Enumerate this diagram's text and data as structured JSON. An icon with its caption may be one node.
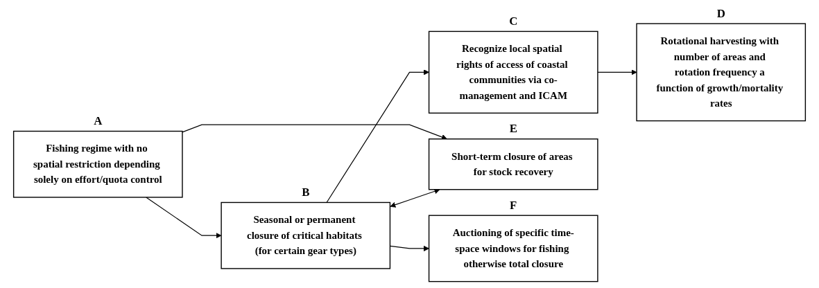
{
  "diagram": {
    "nodes": [
      {
        "text": [
          "Fishing regime with no spatial restriction depending solely on effort/quota control"
        ],
        "beside": [
          "A"
        ]
      },
      {
        "text": [
          "Seasonal or permanent closure of critical habitats (for certain gear types)"
        ],
        "beside": [
          "B"
        ]
      },
      {
        "text": [
          "Recognize local spatial rights of access of coastal communities via co-management and ICAM"
        ],
        "beside": [
          "C"
        ]
      },
      {
        "text": [
          "Rotational harvesting with number of areas and rotation frequency a function of growth/mortality rates"
        ],
        "beside": [
          "D"
        ]
      },
      {
        "text": [
          "Short-term closure of areas for stock recovery"
        ],
        "beside": [
          "E"
        ]
      },
      {
        "text": [
          "Auctioning of specific time-space windows for fishing otherwise total closure"
        ],
        "beside": [
          "F"
        ]
      }
    ],
    "edges": [
      {
        "from": 0,
        "to": 1,
        "arrow": "to"
      },
      {
        "from": 1,
        "to": 2,
        "arrow": "to"
      },
      {
        "from": 2,
        "to": 3,
        "arrow": "to"
      },
      {
        "from": 0,
        "to": 4,
        "arrow": "to"
      },
      {
        "from": 1,
        "to": 4,
        "arrow": "both"
      },
      {
        "from": 1,
        "to": 5,
        "arrow": "to"
      }
    ]
  }
}
